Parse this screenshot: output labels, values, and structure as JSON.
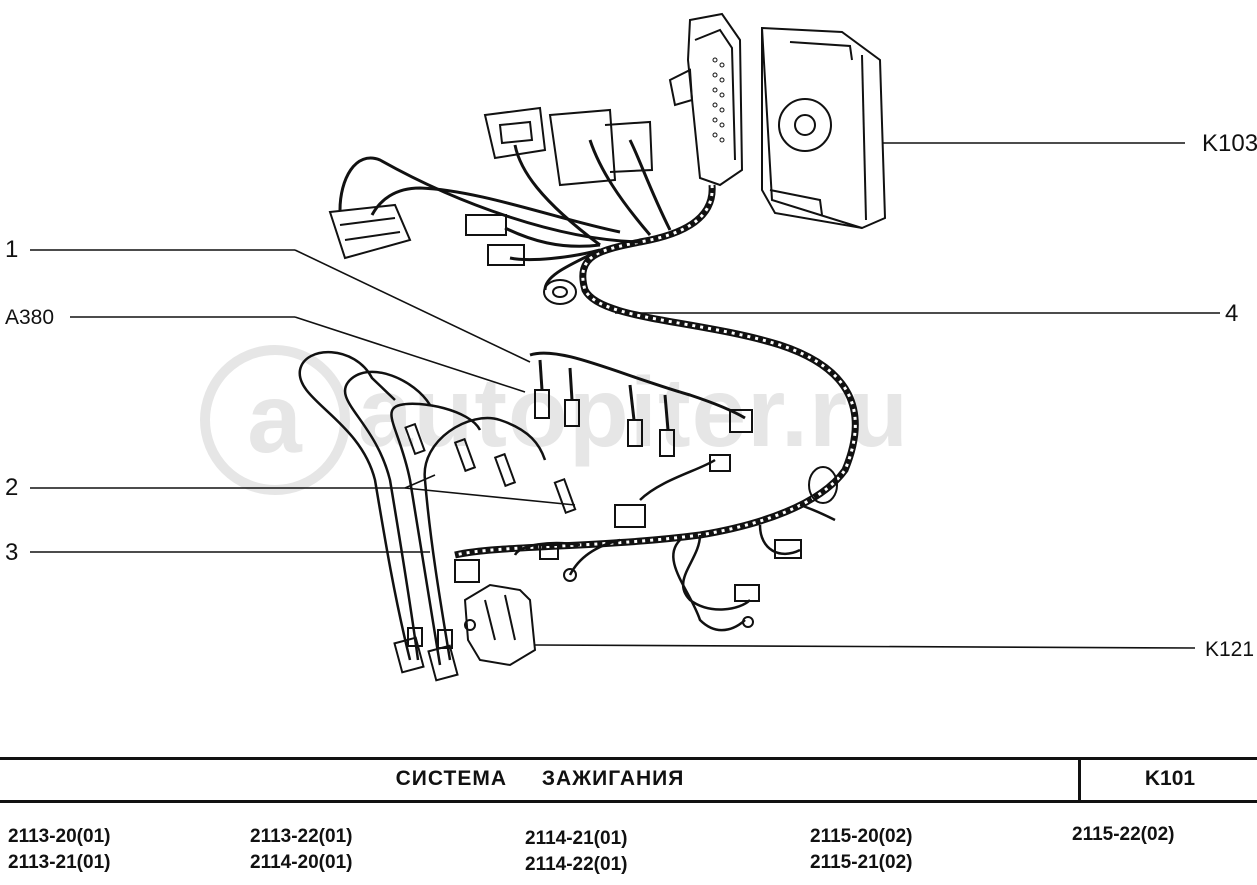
{
  "watermark": {
    "at": "a",
    "text": "autopiter.ru"
  },
  "labels": {
    "k103": "K103",
    "one": "1",
    "a380": "A380",
    "four": "4",
    "two": "2",
    "three": "3",
    "k121": "K121"
  },
  "title_block": {
    "title": "СИСТЕМА ЗАЖИГАНИЯ",
    "code": "K101",
    "models": [
      [
        "2113-20(01)",
        "2113-21(01)"
      ],
      [
        "2113-22(01)",
        "2114-20(01)"
      ],
      [
        "2114-21(01)",
        "2114-22(01)"
      ],
      [
        "2115-20(02)",
        "2115-21(02)"
      ],
      [
        "2115-22(02)"
      ]
    ]
  }
}
